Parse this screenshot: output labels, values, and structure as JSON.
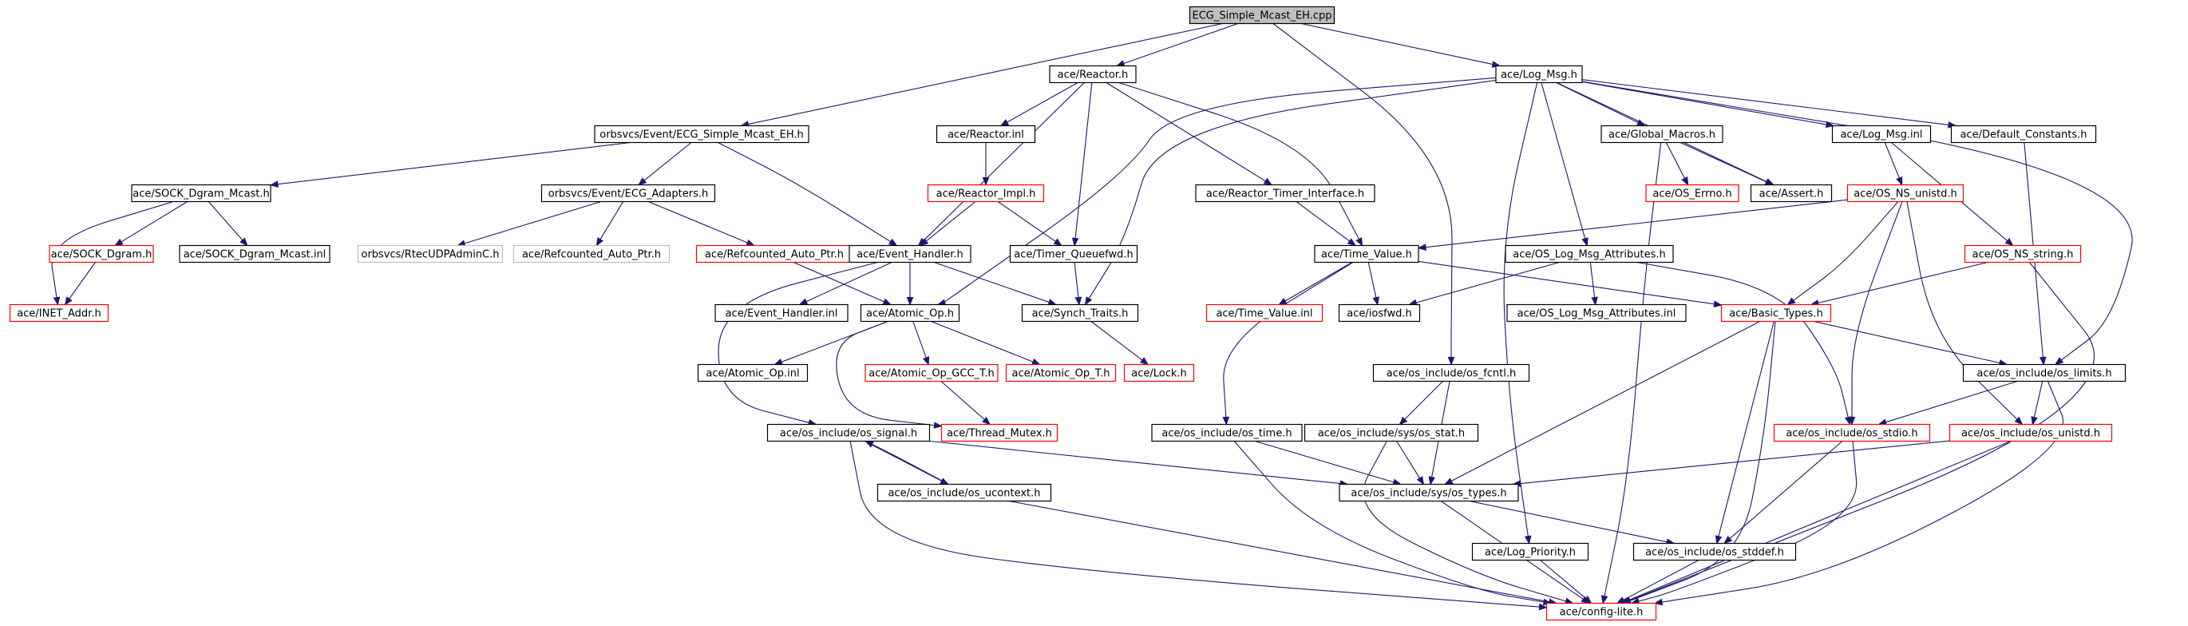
{
  "diagram": {
    "type": "include-dependency-graph",
    "colors": {
      "edge": "#191970",
      "node_border_normal": "#000000",
      "node_border_truncated": "#ff0000",
      "node_border_leaf": "#bfbfbf",
      "root_fill": "#bfbfbf",
      "node_fill": "#ffffff"
    },
    "nodes": [
      {
        "id": "root",
        "label": "ECG_Simple_Mcast_EH.cpp",
        "style": "root"
      },
      {
        "id": "reactor_h",
        "label": "ace/Reactor.h",
        "style": "normal"
      },
      {
        "id": "log_msg_h",
        "label": "ace/Log_Msg.h",
        "style": "normal"
      },
      {
        "id": "ecg_simple_mcast_eh_h",
        "label": "orbsvcs/Event/ECG_Simple_Mcast_EH.h",
        "style": "normal"
      },
      {
        "id": "reactor_inl",
        "label": "ace/Reactor.inl",
        "style": "normal"
      },
      {
        "id": "global_macros_h",
        "label": "ace/Global_Macros.h",
        "style": "normal"
      },
      {
        "id": "log_msg_inl",
        "label": "ace/Log_Msg.inl",
        "style": "normal"
      },
      {
        "id": "default_constants_h",
        "label": "ace/Default_Constants.h",
        "style": "normal"
      },
      {
        "id": "sock_dgram_mcast_h",
        "label": "ace/SOCK_Dgram_Mcast.h",
        "style": "normal"
      },
      {
        "id": "ecg_adapters_h",
        "label": "orbsvcs/Event/ECG_Adapters.h",
        "style": "normal"
      },
      {
        "id": "reactor_impl_h",
        "label": "ace/Reactor_Impl.h",
        "style": "truncated"
      },
      {
        "id": "reactor_timer_interface_h",
        "label": "ace/Reactor_Timer_Interface.h",
        "style": "normal"
      },
      {
        "id": "os_errno_h",
        "label": "ace/OS_Errno.h",
        "style": "truncated"
      },
      {
        "id": "assert_h",
        "label": "ace/Assert.h",
        "style": "normal"
      },
      {
        "id": "os_ns_unistd_h",
        "label": "ace/OS_NS_unistd.h",
        "style": "truncated"
      },
      {
        "id": "sock_dgram_h",
        "label": "ace/SOCK_Dgram.h",
        "style": "truncated"
      },
      {
        "id": "sock_dgram_mcast_inl",
        "label": "ace/SOCK_Dgram_Mcast.inl",
        "style": "normal"
      },
      {
        "id": "rtecudpadminc_h",
        "label": "orbsvcs/RtecUDPAdminC.h",
        "style": "leaf"
      },
      {
        "id": "refcounted_auto_ptr_h_grey",
        "label": "ace/Refcounted_Auto_Ptr.h",
        "style": "leaf"
      },
      {
        "id": "refcounted_auto_ptr_h",
        "label": "ace/Refcounted_Auto_Ptr.h",
        "style": "truncated"
      },
      {
        "id": "event_handler_h",
        "label": "ace/Event_Handler.h",
        "style": "normal"
      },
      {
        "id": "timer_queuefwd_h",
        "label": "ace/Timer_Queuefwd.h",
        "style": "normal"
      },
      {
        "id": "time_value_h",
        "label": "ace/Time_Value.h",
        "style": "normal"
      },
      {
        "id": "os_log_msg_attributes_h",
        "label": "ace/OS_Log_Msg_Attributes.h",
        "style": "normal"
      },
      {
        "id": "os_ns_string_h",
        "label": "ace/OS_NS_string.h",
        "style": "truncated"
      },
      {
        "id": "inet_addr_h",
        "label": "ace/INET_Addr.h",
        "style": "truncated"
      },
      {
        "id": "event_handler_inl",
        "label": "ace/Event_Handler.inl",
        "style": "normal"
      },
      {
        "id": "atomic_op_h",
        "label": "ace/Atomic_Op.h",
        "style": "normal"
      },
      {
        "id": "synch_traits_h",
        "label": "ace/Synch_Traits.h",
        "style": "normal"
      },
      {
        "id": "time_value_inl",
        "label": "ace/Time_Value.inl",
        "style": "truncated"
      },
      {
        "id": "iosfwd_h",
        "label": "ace/iosfwd.h",
        "style": "normal"
      },
      {
        "id": "os_log_msg_attributes_inl",
        "label": "ace/OS_Log_Msg_Attributes.inl",
        "style": "normal"
      },
      {
        "id": "basic_types_h",
        "label": "ace/Basic_Types.h",
        "style": "truncated"
      },
      {
        "id": "atomic_op_inl",
        "label": "ace/Atomic_Op.inl",
        "style": "normal"
      },
      {
        "id": "atomic_op_gcc_t_h",
        "label": "ace/Atomic_Op_GCC_T.h",
        "style": "truncated"
      },
      {
        "id": "atomic_op_t_h",
        "label": "ace/Atomic_Op_T.h",
        "style": "truncated"
      },
      {
        "id": "lock_h",
        "label": "ace/Lock.h",
        "style": "truncated"
      },
      {
        "id": "os_fcntl_h",
        "label": "ace/os_include/os_fcntl.h",
        "style": "normal"
      },
      {
        "id": "os_limits_h",
        "label": "ace/os_include/os_limits.h",
        "style": "normal"
      },
      {
        "id": "thread_mutex_h",
        "label": "ace/Thread_Mutex.h",
        "style": "truncated"
      },
      {
        "id": "os_signal_h",
        "label": "ace/os_include/os_signal.h",
        "style": "normal"
      },
      {
        "id": "os_time_h",
        "label": "ace/os_include/os_time.h",
        "style": "normal"
      },
      {
        "id": "os_stat_h",
        "label": "ace/os_include/sys/os_stat.h",
        "style": "normal"
      },
      {
        "id": "os_stdio_h",
        "label": "ace/os_include/os_stdio.h",
        "style": "truncated"
      },
      {
        "id": "os_unistd_h",
        "label": "ace/os_include/os_unistd.h",
        "style": "truncated"
      },
      {
        "id": "os_ucontext_h",
        "label": "ace/os_include/os_ucontext.h",
        "style": "normal"
      },
      {
        "id": "os_types_h",
        "label": "ace/os_include/sys/os_types.h",
        "style": "normal"
      },
      {
        "id": "log_priority_h",
        "label": "ace/Log_Priority.h",
        "style": "normal"
      },
      {
        "id": "os_stddef_h",
        "label": "ace/os_include/os_stddef.h",
        "style": "normal"
      },
      {
        "id": "config_lite_h",
        "label": "ace/config-lite.h",
        "style": "truncated"
      }
    ],
    "edges": [
      {
        "from": "root",
        "to": "reactor_h"
      },
      {
        "from": "root",
        "to": "log_msg_h"
      },
      {
        "from": "root",
        "to": "ecg_simple_mcast_eh_h"
      },
      {
        "from": "root",
        "to": "os_fcntl_h"
      },
      {
        "from": "reactor_h",
        "to": "reactor_inl"
      },
      {
        "from": "reactor_h",
        "to": "event_handler_h"
      },
      {
        "from": "reactor_h",
        "to": "timer_queuefwd_h"
      },
      {
        "from": "reactor_h",
        "to": "reactor_timer_interface_h"
      },
      {
        "from": "reactor_h",
        "to": "time_value_h"
      },
      {
        "from": "reactor_inl",
        "to": "reactor_impl_h"
      },
      {
        "from": "reactor_impl_h",
        "to": "event_handler_h"
      },
      {
        "from": "reactor_impl_h",
        "to": "timer_queuefwd_h"
      },
      {
        "from": "reactor_timer_interface_h",
        "to": "time_value_h"
      },
      {
        "from": "ecg_simple_mcast_eh_h",
        "to": "sock_dgram_mcast_h"
      },
      {
        "from": "ecg_simple_mcast_eh_h",
        "to": "ecg_adapters_h"
      },
      {
        "from": "ecg_simple_mcast_eh_h",
        "to": "event_handler_h"
      },
      {
        "from": "sock_dgram_mcast_h",
        "to": "sock_dgram_h"
      },
      {
        "from": "sock_dgram_mcast_h",
        "to": "sock_dgram_mcast_inl"
      },
      {
        "from": "sock_dgram_mcast_h",
        "to": "inet_addr_h"
      },
      {
        "from": "sock_dgram_h",
        "to": "inet_addr_h"
      },
      {
        "from": "ecg_adapters_h",
        "to": "rtecudpadminc_h"
      },
      {
        "from": "ecg_adapters_h",
        "to": "refcounted_auto_ptr_h_grey"
      },
      {
        "from": "ecg_adapters_h",
        "to": "refcounted_auto_ptr_h"
      },
      {
        "from": "refcounted_auto_ptr_h",
        "to": "atomic_op_h"
      },
      {
        "from": "event_handler_h",
        "to": "event_handler_inl"
      },
      {
        "from": "event_handler_h",
        "to": "atomic_op_h"
      },
      {
        "from": "event_handler_h",
        "to": "synch_traits_h"
      },
      {
        "from": "event_handler_h",
        "to": "os_signal_h"
      },
      {
        "from": "timer_queuefwd_h",
        "to": "synch_traits_h"
      },
      {
        "from": "synch_traits_h",
        "to": "lock_h"
      },
      {
        "from": "atomic_op_h",
        "to": "atomic_op_inl"
      },
      {
        "from": "atomic_op_h",
        "to": "atomic_op_gcc_t_h"
      },
      {
        "from": "atomic_op_h",
        "to": "atomic_op_t_h"
      },
      {
        "from": "atomic_op_h",
        "to": "thread_mutex_h"
      },
      {
        "from": "atomic_op_gcc_t_h",
        "to": "thread_mutex_h"
      },
      {
        "from": "log_msg_h",
        "to": "global_macros_h"
      },
      {
        "from": "log_msg_h",
        "to": "log_msg_inl"
      },
      {
        "from": "log_msg_h",
        "to": "default_constants_h"
      },
      {
        "from": "log_msg_h",
        "to": "assert_h"
      },
      {
        "from": "log_msg_h",
        "to": "os_log_msg_attributes_h"
      },
      {
        "from": "log_msg_h",
        "to": "synch_traits_h"
      },
      {
        "from": "log_msg_h",
        "to": "atomic_op_h"
      },
      {
        "from": "log_msg_h",
        "to": "log_priority_h"
      },
      {
        "from": "log_msg_h",
        "to": "os_limits_h"
      },
      {
        "from": "global_macros_h",
        "to": "os_errno_h"
      },
      {
        "from": "global_macros_h",
        "to": "assert_h"
      },
      {
        "from": "global_macros_h",
        "to": "config_lite_h"
      },
      {
        "from": "log_msg_inl",
        "to": "os_ns_unistd_h"
      },
      {
        "from": "log_msg_inl",
        "to": "os_ns_string_h"
      },
      {
        "from": "default_constants_h",
        "to": "os_limits_h"
      },
      {
        "from": "os_ns_unistd_h",
        "to": "time_value_h"
      },
      {
        "from": "os_ns_unistd_h",
        "to": "basic_types_h"
      },
      {
        "from": "os_ns_unistd_h",
        "to": "os_stdio_h"
      },
      {
        "from": "os_ns_unistd_h",
        "to": "os_unistd_h"
      },
      {
        "from": "os_ns_string_h",
        "to": "basic_types_h"
      },
      {
        "from": "os_ns_string_h",
        "to": "config_lite_h"
      },
      {
        "from": "time_value_h",
        "to": "time_value_inl"
      },
      {
        "from": "time_value_h",
        "to": "iosfwd_h"
      },
      {
        "from": "time_value_h",
        "to": "basic_types_h"
      },
      {
        "from": "time_value_h",
        "to": "os_time_h"
      },
      {
        "from": "os_log_msg_attributes_h",
        "to": "iosfwd_h"
      },
      {
        "from": "os_log_msg_attributes_h",
        "to": "os_log_msg_attributes_inl"
      },
      {
        "from": "os_log_msg_attributes_h",
        "to": "os_stdio_h"
      },
      {
        "from": "basic_types_h",
        "to": "os_limits_h"
      },
      {
        "from": "basic_types_h",
        "to": "os_types_h"
      },
      {
        "from": "basic_types_h",
        "to": "os_stddef_h"
      },
      {
        "from": "basic_types_h",
        "to": "config_lite_h"
      },
      {
        "from": "os_fcntl_h",
        "to": "os_stat_h"
      },
      {
        "from": "os_fcntl_h",
        "to": "os_types_h"
      },
      {
        "from": "os_stat_h",
        "to": "os_types_h"
      },
      {
        "from": "os_stat_h",
        "to": "config_lite_h"
      },
      {
        "from": "os_limits_h",
        "to": "os_stdio_h"
      },
      {
        "from": "os_limits_h",
        "to": "os_unistd_h"
      },
      {
        "from": "os_limits_h",
        "to": "config_lite_h"
      },
      {
        "from": "os_signal_h",
        "to": "os_ucontext_h"
      },
      {
        "from": "os_signal_h",
        "to": "os_types_h"
      },
      {
        "from": "os_signal_h",
        "to": "config_lite_h"
      },
      {
        "from": "os_ucontext_h",
        "to": "os_signal_h"
      },
      {
        "from": "os_ucontext_h",
        "to": "config_lite_h"
      },
      {
        "from": "os_time_h",
        "to": "os_types_h"
      },
      {
        "from": "os_time_h",
        "to": "config_lite_h"
      },
      {
        "from": "os_stdio_h",
        "to": "os_stddef_h"
      },
      {
        "from": "os_stdio_h",
        "to": "config_lite_h"
      },
      {
        "from": "os_unistd_h",
        "to": "os_types_h"
      },
      {
        "from": "os_unistd_h",
        "to": "config_lite_h"
      },
      {
        "from": "os_types_h",
        "to": "os_stddef_h"
      },
      {
        "from": "os_types_h",
        "to": "config_lite_h"
      },
      {
        "from": "log_priority_h",
        "to": "config_lite_h"
      },
      {
        "from": "os_stddef_h",
        "to": "config_lite_h"
      }
    ]
  }
}
